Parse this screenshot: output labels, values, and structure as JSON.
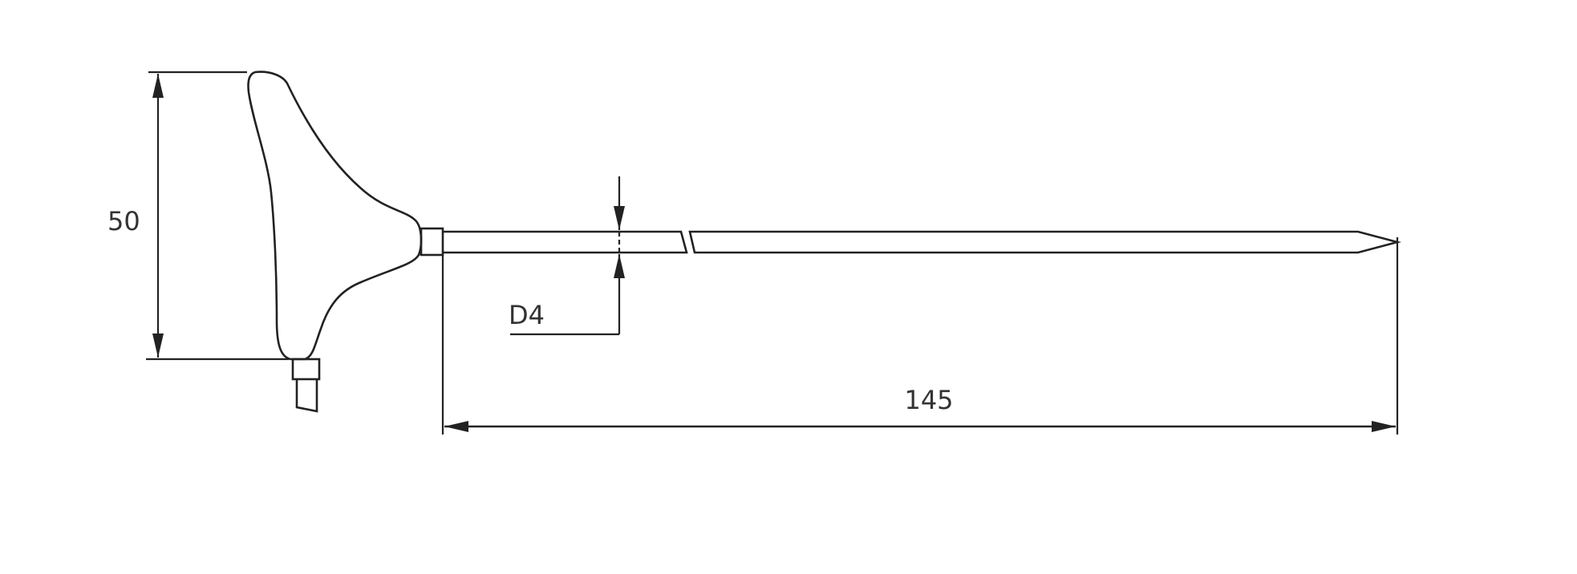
{
  "diagram": {
    "dimensions": {
      "handle_height": "50",
      "probe_diameter": "D4",
      "probe_length": "145"
    },
    "colors": {
      "line": "#222222",
      "background": "#ffffff"
    }
  }
}
